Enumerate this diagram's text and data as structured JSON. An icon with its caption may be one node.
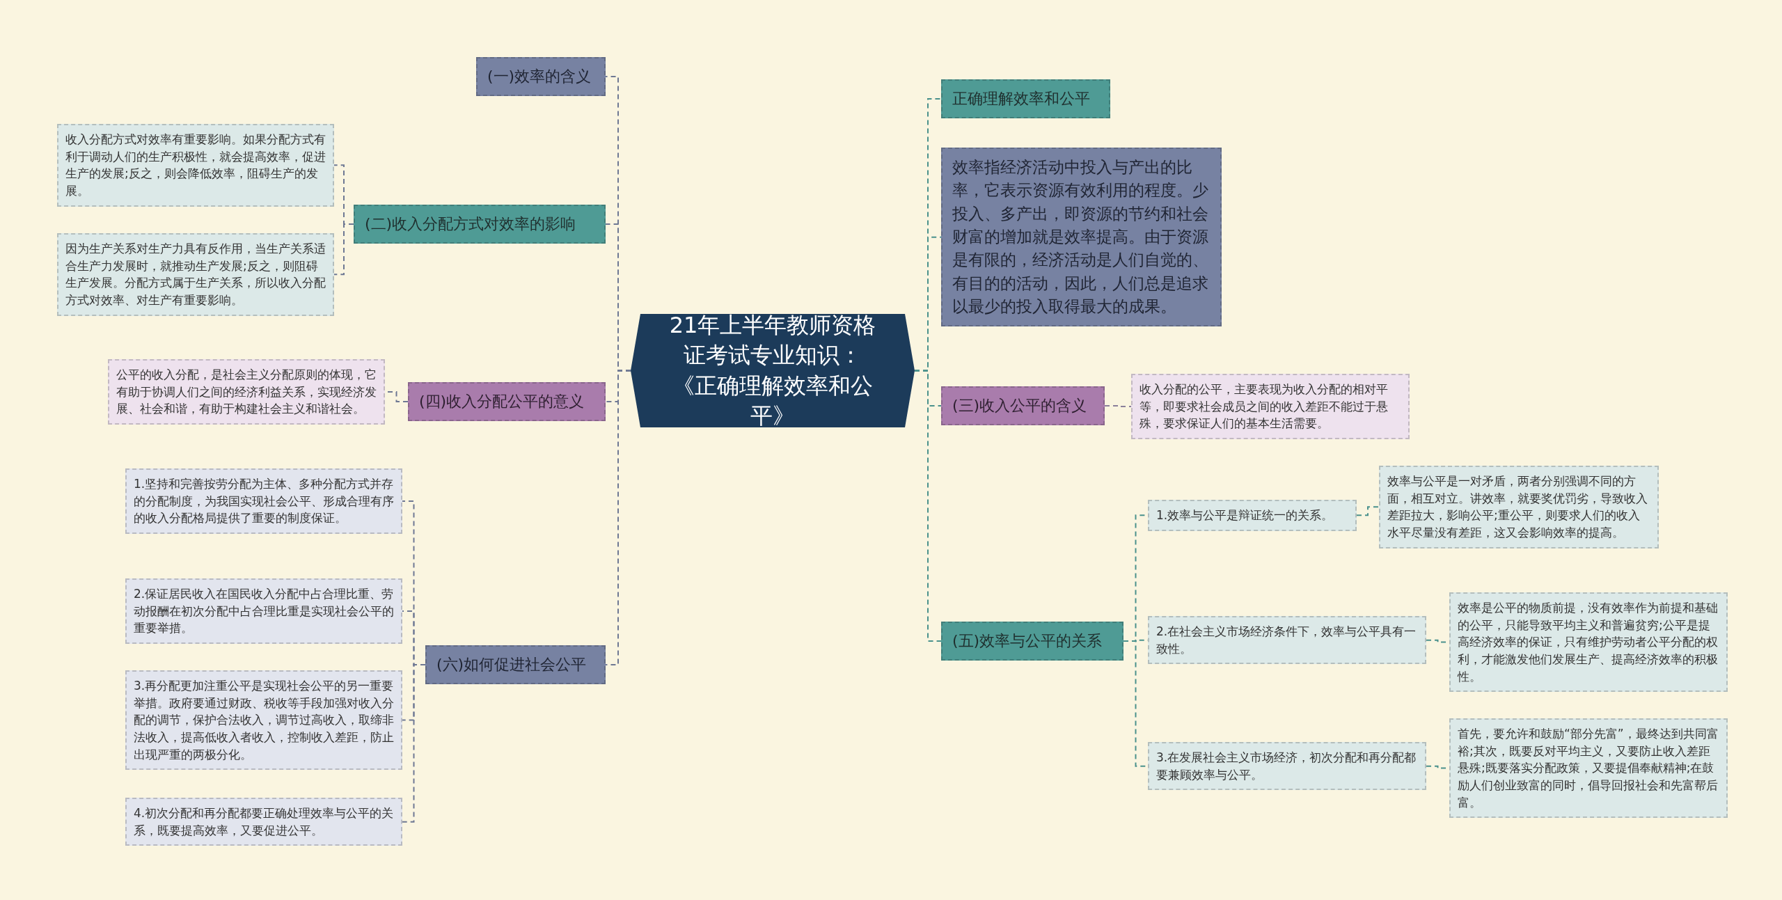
{
  "diagram": {
    "nodes": [
      {
        "text": [
          "21年上半年教师资格证考试专业知识：《正确理解效率和公平》"
        ]
      },
      {
        "text": [
          "正确理解效率和公平"
        ]
      },
      {
        "text": [
          "效率指经济活动中投入与产出的比率，它表示资源有效利用的程度。少投入、多产出，即资源的节约和社会财富的增加就是效率提高。由于资源是有限的，经济活动是人们自觉的、有目的的活动，因此，人们总是追求以最少的投入取得最大的成果。"
        ]
      },
      {
        "text": [
          "(三)收入公平的含义"
        ]
      },
      {
        "text": [
          "收入分配的公平，主要表现为收入分配的相对平等，即要求社会成员之间的收入差距不能过于悬殊，要求保证人们的基本生活需要。"
        ]
      },
      {
        "text": [
          "(五)效率与公平的关系"
        ]
      },
      {
        "text": [
          "1.效率与公平是辩证统一的关系。"
        ]
      },
      {
        "text": [
          "效率与公平是一对矛盾，两者分别强调不同的方面，相互对立。讲效率，就要奖优罚劣，导致收入差距拉大，影响公平;重公平，则要求人们的收入水平尽量没有差距，这又会影响效率的提高。"
        ]
      },
      {
        "text": [
          "2.在社会主义市场经济条件下，效率与公平具有一致性。"
        ]
      },
      {
        "text": [
          "效率是公平的物质前提，没有效率作为前提和基础的公平，只能导致平均主义和普遍贫穷;公平是提高经济效率的保证，只有维护劳动者公平分配的权利，才能激发他们发展生产、提高经济效率的积极性。"
        ]
      },
      {
        "text": [
          "3.在发展社会主义市场经济，初次分配和再分配都要兼顾效率与公平。"
        ]
      },
      {
        "text": [
          "首先，要允许和鼓励“部分先富”，最终达到共同富裕;其次，既要反对平均主义，又要防止收入差距悬殊;既要落实分配政策，又要提倡奉献精神;在鼓励人们创业致富的同时，倡导回报社会和先富帮后富。"
        ]
      },
      {
        "text": [
          "(一)效率的含义"
        ]
      },
      {
        "text": [
          "(二)收入分配方式对效率的影响"
        ]
      },
      {
        "text": [
          "收入分配方式对效率有重要影响。如果分配方式有利于调动人们的生产积极性，就会提高效率，促进生产的发展;反之，则会降低效率，阻碍生产的发展。"
        ]
      },
      {
        "text": [
          "因为生产关系对生产力具有反作用，当生产关系适合生产力发展时，就推动生产发展;反之，则阻碍生产发展。分配方式属于生产关系，所以收入分配方式对效率、对生产有重要影响。"
        ]
      },
      {
        "text": [
          "(四)收入分配公平的意义"
        ]
      },
      {
        "text": [
          "公平的收入分配，是社会主义分配原则的体现，它有助于协调人们之间的经济利益关系，实现经济发展、社会和谐，有助于构建社会主义和谐社会。"
        ]
      },
      {
        "text": [
          "(六)如何促进社会公平"
        ]
      },
      {
        "text": [
          "1.坚持和完善按劳分配为主体、多种分配方式并存的分配制度，为我国实现社会公平、形成合理有序的收入分配格局提供了重要的制度保证。"
        ]
      },
      {
        "text": [
          "2.保证居民收入在国民收入分配中占合理比重、劳动报酬在初次分配中占合理比重是实现社会公平的重要举措。"
        ]
      },
      {
        "text": [
          "3.再分配更加注重公平是实现社会公平的另一重要举措。政府要通过财政、税收等手段加强对收入分配的调节，保护合法收入，调节过高收入，取缔非法收入，提高低收入者收入，控制收入差距，防止出现严重的两极分化。"
        ]
      },
      {
        "text": [
          "4.初次分配和再分配都要正确处理效率与公平的关系，既要提高效率，又要促进公平。"
        ]
      }
    ],
    "edges": [
      {
        "from": 0,
        "to": 1,
        "arrow": "none",
        "style": "dashed",
        "color": "#4a918c"
      },
      {
        "from": 0,
        "to": 2,
        "arrow": "none",
        "style": "dashed",
        "color": "#4a918c"
      },
      {
        "from": 0,
        "to": 3,
        "arrow": "none",
        "style": "dashed",
        "color": "#4a918c"
      },
      {
        "from": 3,
        "to": 4,
        "arrow": "none",
        "style": "dashed",
        "color": "#8a7f9a"
      },
      {
        "from": 0,
        "to": 5,
        "arrow": "none",
        "style": "dashed",
        "color": "#4a918c"
      },
      {
        "from": 5,
        "to": 6,
        "arrow": "none",
        "style": "dashed",
        "color": "#4a918c"
      },
      {
        "from": 6,
        "to": 7,
        "arrow": "none",
        "style": "dashed",
        "color": "#4a918c"
      },
      {
        "from": 5,
        "to": 8,
        "arrow": "none",
        "style": "dashed",
        "color": "#4a918c"
      },
      {
        "from": 8,
        "to": 9,
        "arrow": "none",
        "style": "dashed",
        "color": "#4a918c"
      },
      {
        "from": 5,
        "to": 10,
        "arrow": "none",
        "style": "dashed",
        "color": "#4a918c"
      },
      {
        "from": 10,
        "to": 11,
        "arrow": "none",
        "style": "dashed",
        "color": "#4a918c"
      },
      {
        "from": 0,
        "to": 12,
        "arrow": "none",
        "style": "dashed",
        "color": "#6e7893"
      },
      {
        "from": 0,
        "to": 13,
        "arrow": "none",
        "style": "dashed",
        "color": "#6e7893"
      },
      {
        "from": 13,
        "to": 14,
        "arrow": "none",
        "style": "dashed",
        "color": "#6e7893"
      },
      {
        "from": 13,
        "to": 15,
        "arrow": "none",
        "style": "dashed",
        "color": "#6e7893"
      },
      {
        "from": 0,
        "to": 16,
        "arrow": "none",
        "style": "dashed",
        "color": "#6e7893"
      },
      {
        "from": 16,
        "to": 17,
        "arrow": "none",
        "style": "dashed",
        "color": "#6e7893"
      },
      {
        "from": 0,
        "to": 18,
        "arrow": "none",
        "style": "dashed",
        "color": "#6e7893"
      },
      {
        "from": 18,
        "to": 19,
        "arrow": "none",
        "style": "dashed",
        "color": "#6e7893"
      },
      {
        "from": 18,
        "to": 20,
        "arrow": "none",
        "style": "dashed",
        "color": "#6e7893"
      },
      {
        "from": 18,
        "to": 21,
        "arrow": "none",
        "style": "dashed",
        "color": "#6e7893"
      },
      {
        "from": 18,
        "to": 22,
        "arrow": "none",
        "style": "dashed",
        "color": "#6e7893"
      }
    ]
  }
}
